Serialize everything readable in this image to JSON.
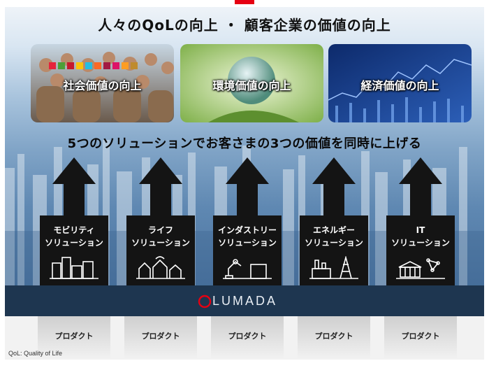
{
  "title": "人々のQoLの向上 ・ 顧客企業の価値の向上",
  "values": [
    {
      "label": "社会価値の向上"
    },
    {
      "label": "環境価値の向上"
    },
    {
      "label": "経済価値の向上"
    }
  ],
  "headline": "5つのソリューションでお客さまの3つの価値を同時に上げる",
  "solutions": [
    {
      "line1": "モビリティ",
      "line2": "ソリューション",
      "icon": "city-buildings-icon"
    },
    {
      "line1": "ライフ",
      "line2": "ソリューション",
      "icon": "houses-icon"
    },
    {
      "line1": "インダストリー",
      "line2": "ソリューション",
      "icon": "robot-arm-factory-icon"
    },
    {
      "line1": "エネルギー",
      "line2": "ソリューション",
      "icon": "power-plant-icon"
    },
    {
      "line1": "IT",
      "line2": "ソリューション",
      "icon": "network-bank-icon"
    }
  ],
  "platform": {
    "name": "LUMADA",
    "logo_color": "#e60012"
  },
  "products": [
    "プロダクト",
    "プロダクト",
    "プロダクト",
    "プロダクト",
    "プロダクト"
  ],
  "footnote": "QoL: Quality of Life",
  "colors": {
    "accent": "#e60012",
    "band": "#1e3650",
    "arrow": "#141414"
  }
}
